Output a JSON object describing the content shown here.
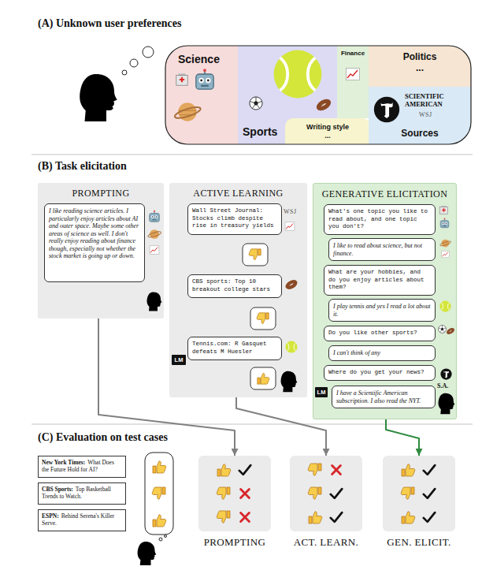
{
  "diagram": {
    "nodes": [
      {
        "text": [
          "Science"
        ]
      },
      {
        "text": [
          "Sports"
        ]
      },
      {
        "text": [
          "Finance"
        ]
      },
      {
        "text": [
          "Politics",
          "..."
        ]
      },
      {
        "text": [
          "Writing style",
          "..."
        ]
      },
      {
        "text": [
          "Sources"
        ]
      },
      {
        "text": [
          "PROMPTING"
        ]
      },
      {
        "text": [
          "I like reading science articles. I particularly enjoy articles about AI and outer space. Maybe some other areas of science as well. I don't really enjoy reading about finance though, especially not whether the stock market is going up or down."
        ],
        "in": 6
      },
      {
        "text": [
          "ACTIVE LEARNING"
        ]
      },
      {
        "text": [
          "Wall Street Journal: Stocks climb despite rise in treasury yields"
        ],
        "in": 8
      },
      {
        "text": [
          "CBS sports: Top 10 breakout college stars"
        ],
        "in": 8
      },
      {
        "text": [
          "Tennis.com: R Gasquet defeats M Huesler"
        ],
        "in": 8
      },
      {
        "text": [
          "LM"
        ],
        "in": 8
      },
      {
        "text": [
          "GENERATIVE ELICITATION"
        ]
      },
      {
        "text": [
          "What's one topic you like to read about, and one topic you don't?"
        ],
        "in": 13
      },
      {
        "text": [
          "I like to read about science, but not finance."
        ],
        "in": 13
      },
      {
        "text": [
          "What are your hobbies, and do you enjoy articles about them?"
        ],
        "in": 13
      },
      {
        "text": [
          "I play tennis and yes I read a lot about it."
        ],
        "in": 13
      },
      {
        "text": [
          "Do you like other sports?"
        ],
        "in": 13
      },
      {
        "text": [
          "I can't think of any"
        ],
        "in": 13
      },
      {
        "text": [
          "Where do you get your news?"
        ],
        "in": 13
      },
      {
        "text": [
          "LM"
        ],
        "in": 13
      },
      {
        "text": [
          "I have a Scientific American subscription. I also read the NYT."
        ],
        "in": 13
      },
      {
        "text": [
          "New York Times:",
          "What Does the Future Hold for AI?"
        ]
      },
      {
        "text": [
          "CBS Sports:",
          "Top Basketball Trends to Watch."
        ]
      },
      {
        "text": [
          "ESPN:",
          "Behind Serena's Killer Serve."
        ]
      },
      {
        "text": [
          "PROMPTING"
        ]
      },
      {
        "text": [
          "ACT. LEARN."
        ]
      },
      {
        "text": [
          "GEN. ELICIT."
        ]
      }
    ],
    "edges": [
      {
        "from": 6,
        "to": 26,
        "arrow": "to"
      },
      {
        "from": 8,
        "to": 27,
        "arrow": "to"
      },
      {
        "from": 13,
        "to": 28,
        "arrow": "to"
      }
    ],
    "labels": [
      "(A) Unknown user preferences",
      "(B) Task elicitation",
      "(C) Evaluation on test cases",
      "SCIENTIFIC AMERICAN",
      "WSJ",
      "WSJ",
      "S.A."
    ]
  }
}
